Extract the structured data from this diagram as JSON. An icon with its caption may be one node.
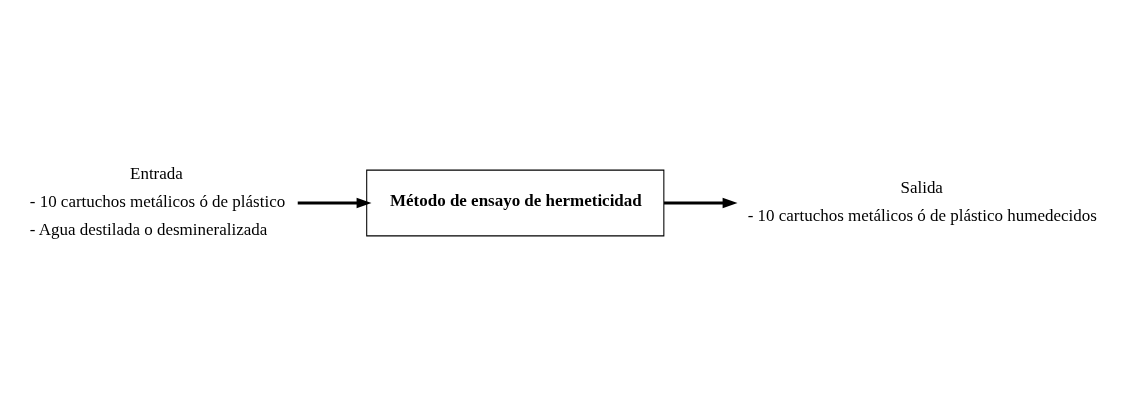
{
  "diagram": {
    "nodes": [
      {
        "text": [
          "Entrada"
        ],
        "beside": [
          "- 10 cartuchos metálicos ó de plástico",
          "- Agua destilada o desmineralizada"
        ]
      },
      {
        "text": [
          "Método de ensayo de hermeticidad"
        ]
      },
      {
        "text": [
          "Salida"
        ],
        "beside": [
          "- 10 cartuchos metálicos ó de plástico humedecidos"
        ]
      }
    ],
    "edges": [
      {
        "from": 0,
        "to": 1,
        "arrow": "to"
      },
      {
        "from": 1,
        "to": 2,
        "arrow": "to"
      }
    ]
  }
}
